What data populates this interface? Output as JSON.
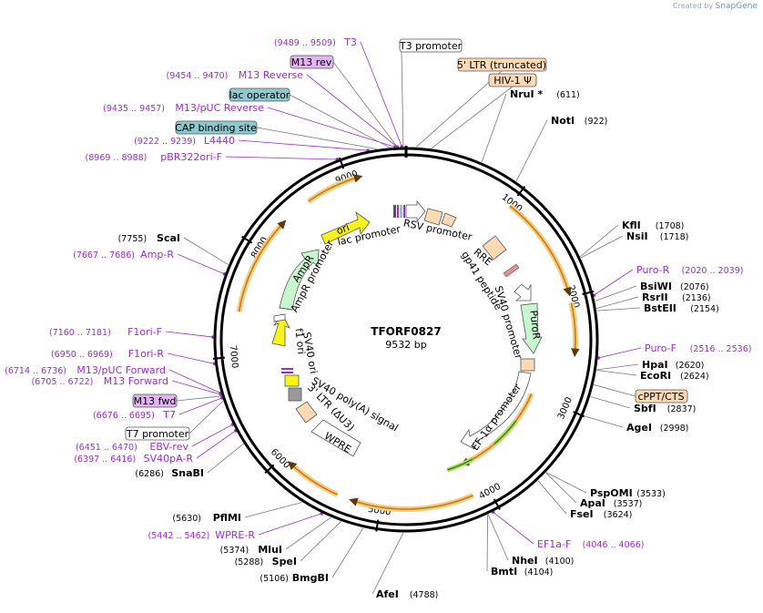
{
  "credit": {
    "prefix": "Created by",
    "brand": "SnapGene"
  },
  "center": {
    "name": "TFORF0827",
    "length": "9532 bp"
  },
  "total_bp": 9532,
  "ticks": [
    {
      "bp": 1000,
      "label": "1000"
    },
    {
      "bp": 2000,
      "label": "2000"
    },
    {
      "bp": 3000,
      "label": "3000"
    },
    {
      "bp": 4000,
      "label": "4000"
    },
    {
      "bp": 5000,
      "label": "5000"
    },
    {
      "bp": 6000,
      "label": "6000"
    },
    {
      "bp": 7000,
      "label": "7000"
    },
    {
      "bp": 8000,
      "label": "8000"
    },
    {
      "bp": 9000,
      "label": "9000"
    }
  ],
  "enzymes_right": [
    {
      "name": "NruI *",
      "pos": "(611)",
      "bp": 611
    },
    {
      "name": "NotI",
      "pos": "(922)",
      "bp": 922
    },
    {
      "name": "KflI",
      "pos": "(1708)",
      "bp": 1708
    },
    {
      "name": "NsiI",
      "pos": "(1718)",
      "bp": 1718
    },
    {
      "name": "BsiWI",
      "pos": "(2076)",
      "bp": 2076
    },
    {
      "name": "RsrII",
      "pos": "(2136)",
      "bp": 2136
    },
    {
      "name": "BstEII",
      "pos": "(2154)",
      "bp": 2154
    },
    {
      "name": "HpaI",
      "pos": "(2620)",
      "bp": 2620
    },
    {
      "name": "EcoRI",
      "pos": "(2624)",
      "bp": 2624
    },
    {
      "name": "SbfI",
      "pos": "(2837)",
      "bp": 2837
    },
    {
      "name": "AgeI",
      "pos": "(2998)",
      "bp": 2998
    },
    {
      "name": "PspOMI",
      "pos": "(3533)",
      "bp": 3533
    },
    {
      "name": "ApaI",
      "pos": "(3537)",
      "bp": 3537
    },
    {
      "name": "FseI",
      "pos": "(3624)",
      "bp": 3624
    },
    {
      "name": "NheI",
      "pos": "(4100)",
      "bp": 4100
    },
    {
      "name": "BmtI",
      "pos": "(4104)",
      "bp": 4104
    },
    {
      "name": "AfeI",
      "pos": "(4788)",
      "bp": 4788
    }
  ],
  "enzymes_left": [
    {
      "name": "BmgBI",
      "pos": "(5106)",
      "bp": 5106
    },
    {
      "name": "SpeI",
      "pos": "(5288)",
      "bp": 5288
    },
    {
      "name": "MluI",
      "pos": "(5374)",
      "bp": 5374
    },
    {
      "name": "PflMI",
      "pos": "(5630)",
      "bp": 5630
    },
    {
      "name": "SnaBI",
      "pos": "(6286)",
      "bp": 6286
    },
    {
      "name": "ScaI",
      "pos": "(7755)",
      "bp": 7755
    }
  ],
  "primers_right": [
    {
      "name": "Puro-R",
      "pos": "(2020 .. 2039)",
      "bp": 2030
    },
    {
      "name": "Puro-F",
      "pos": "(2516 .. 2536)",
      "bp": 2526
    },
    {
      "name": "EF1a-F",
      "pos": "(4046 .. 4066)",
      "bp": 4056
    }
  ],
  "primers_left": [
    {
      "name": "WPRE-R",
      "pos": "(5442 .. 5462)",
      "bp": 5452
    },
    {
      "name": "SV40pA-R",
      "pos": "(6397 .. 6416)",
      "bp": 6406
    },
    {
      "name": "EBV-rev",
      "pos": "(6451 .. 6470)",
      "bp": 6460
    },
    {
      "name": "T7",
      "pos": "(6676 .. 6695)",
      "bp": 6685
    },
    {
      "name": "M13 Forward",
      "pos": "(6705 .. 6722)",
      "bp": 6713
    },
    {
      "name": "M13/pUC Forward",
      "pos": "(6714 .. 6736)",
      "bp": 6725
    },
    {
      "name": "F1ori-R",
      "pos": "(6950 .. 6969)",
      "bp": 6960
    },
    {
      "name": "F1ori-F",
      "pos": "(7160 .. 7181)",
      "bp": 7170
    },
    {
      "name": "Amp-R",
      "pos": "(7667 .. 7686)",
      "bp": 7676
    },
    {
      "name": "pBR322ori-F",
      "pos": "(8969 .. 8988)",
      "bp": 8978
    },
    {
      "name": "L4440",
      "pos": "(9222 .. 9239)",
      "bp": 9230
    },
    {
      "name": "M13/pUC Reverse",
      "pos": "(9435 .. 9457)",
      "bp": 9446
    },
    {
      "name": "M13 Reverse",
      "pos": "(9454 .. 9470)",
      "bp": 9462
    },
    {
      "name": "T3",
      "pos": "(9489 .. 9509)",
      "bp": 9499
    }
  ],
  "boxed_labels": [
    {
      "text": "M13 rev",
      "style": "purple"
    },
    {
      "text": "lac operator",
      "style": "teal"
    },
    {
      "text": "CAP binding site",
      "style": "teal"
    },
    {
      "text": "T3 promoter",
      "style": "white"
    },
    {
      "text": "5' LTR (truncated)",
      "style": "peach"
    },
    {
      "text": "HIV-1 Ψ",
      "style": "peach"
    },
    {
      "text": "cPPT/CTS",
      "style": "peach"
    },
    {
      "text": "M13 fwd",
      "style": "purple"
    },
    {
      "text": "T7 promoter",
      "style": "white"
    }
  ],
  "feature_labels": {
    "ori": "ori",
    "lac_promoter": "lac promoter",
    "rsv_promoter": "RSV promoter",
    "rre": "RRE",
    "gp41": "gp41 peptide",
    "sv40_promoter": "SV40 promoter",
    "puror": "PuroR",
    "ef1a": "EF-1α promoter",
    "wpre": "WPRE",
    "ltr3": "3' LTR (ΔU3)",
    "sv40pa": "SV40 poly(A) signal",
    "sv40ori": "SV40 ori",
    "f1ori": "f1 ori",
    "ampr": "AmpR",
    "ampr_promoter": "AmpR promoter"
  },
  "colors": {
    "ring": "#000000",
    "orf": "#e89a1c",
    "primer": "#9b2cc9",
    "promoter_fill": "#ffffff",
    "ori_fill": "#f7f41c",
    "ampr_fill": "#c8f7cf",
    "peach": "#fdd9b5",
    "teal": "#8ec9cf",
    "purple_box": "#e3b4f5"
  }
}
